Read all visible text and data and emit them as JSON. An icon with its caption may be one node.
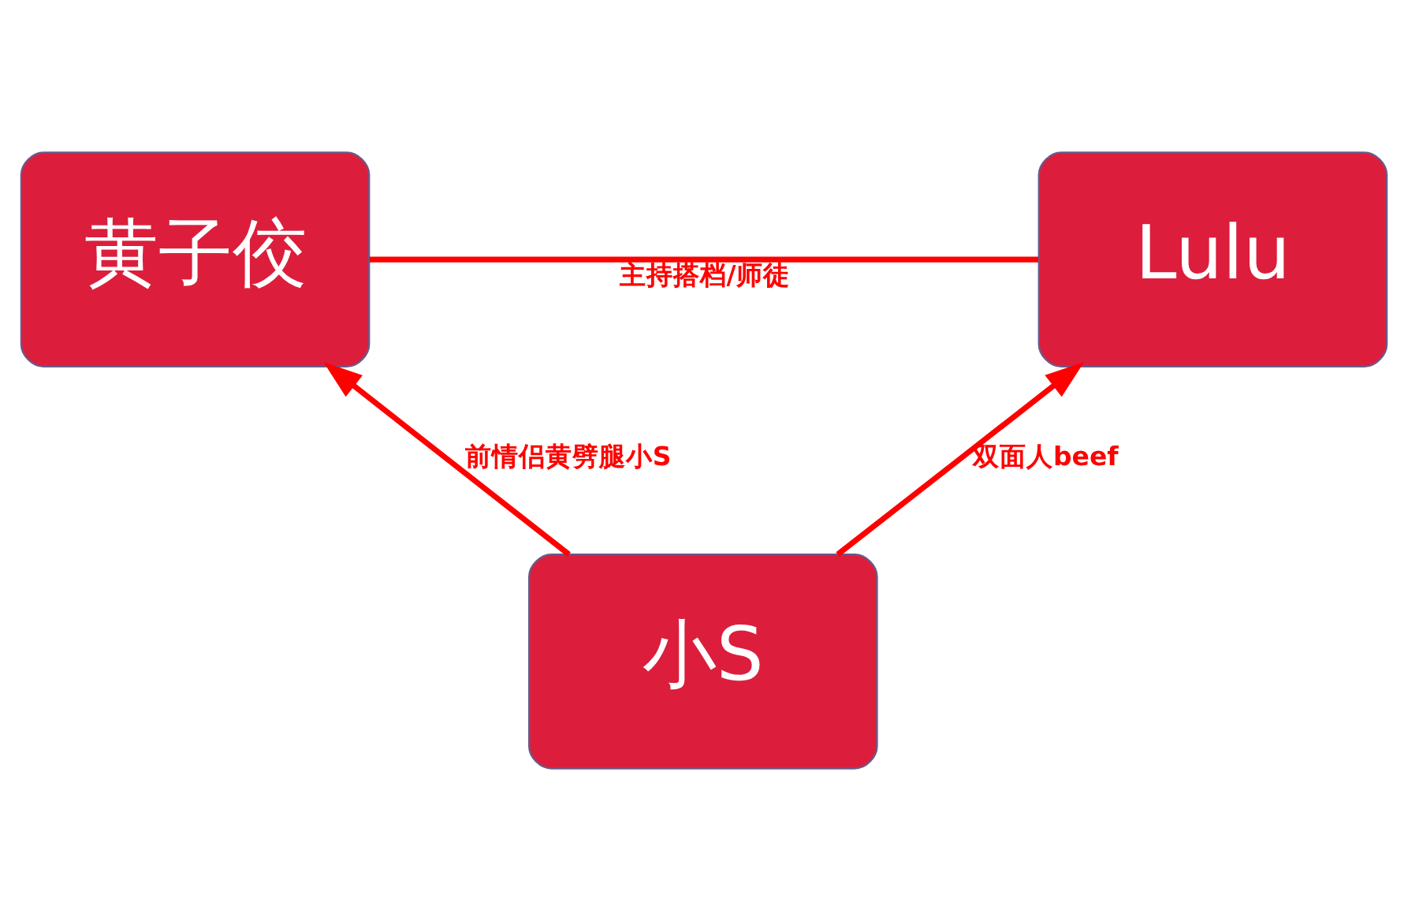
{
  "diagram": {
    "nodes": [
      {
        "text": [
          "黄子佼"
        ]
      },
      {
        "text": [
          "Lulu"
        ]
      },
      {
        "text": [
          "小S"
        ]
      }
    ],
    "edges": [
      {
        "from": 0,
        "to": 1,
        "arrow": "none",
        "label": "主持搭档/师徒"
      },
      {
        "from": 2,
        "to": 0,
        "arrow": "to",
        "label": "前情侣黄劈腿小S"
      },
      {
        "from": 2,
        "to": 1,
        "arrow": "to",
        "label": "双面人beef"
      }
    ]
  }
}
